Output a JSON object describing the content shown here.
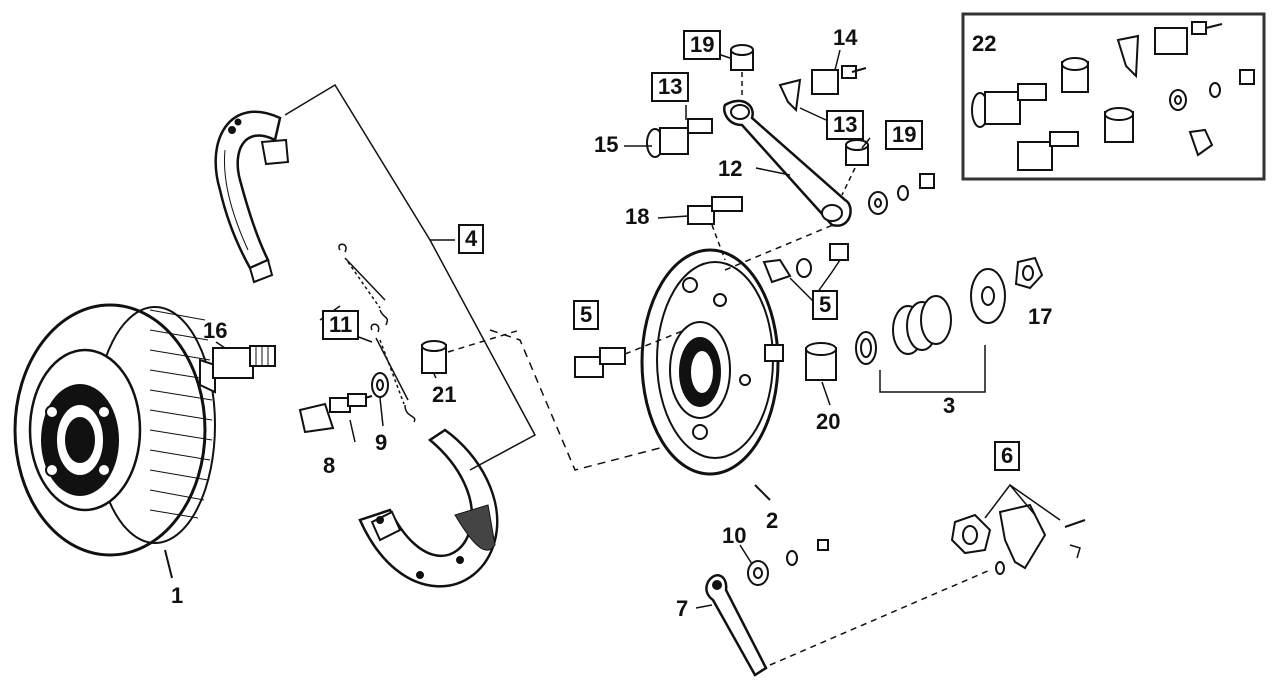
{
  "callouts": {
    "c1": "1",
    "c2": "2",
    "c3": "3",
    "c4": "4",
    "c5a": "5",
    "c5b": "5",
    "c6": "6",
    "c7": "7",
    "c8": "8",
    "c9": "9",
    "c10": "10",
    "c11": "11",
    "c12": "12",
    "c13a": "13",
    "c13b": "13",
    "c14": "14",
    "c15": "15",
    "c16": "16",
    "c17": "17",
    "c18": "18",
    "c19a": "19",
    "c19b": "19",
    "c20": "20",
    "c21": "21",
    "c22": "22"
  },
  "colors": {
    "ink": "#111111",
    "paper": "#ffffff"
  }
}
